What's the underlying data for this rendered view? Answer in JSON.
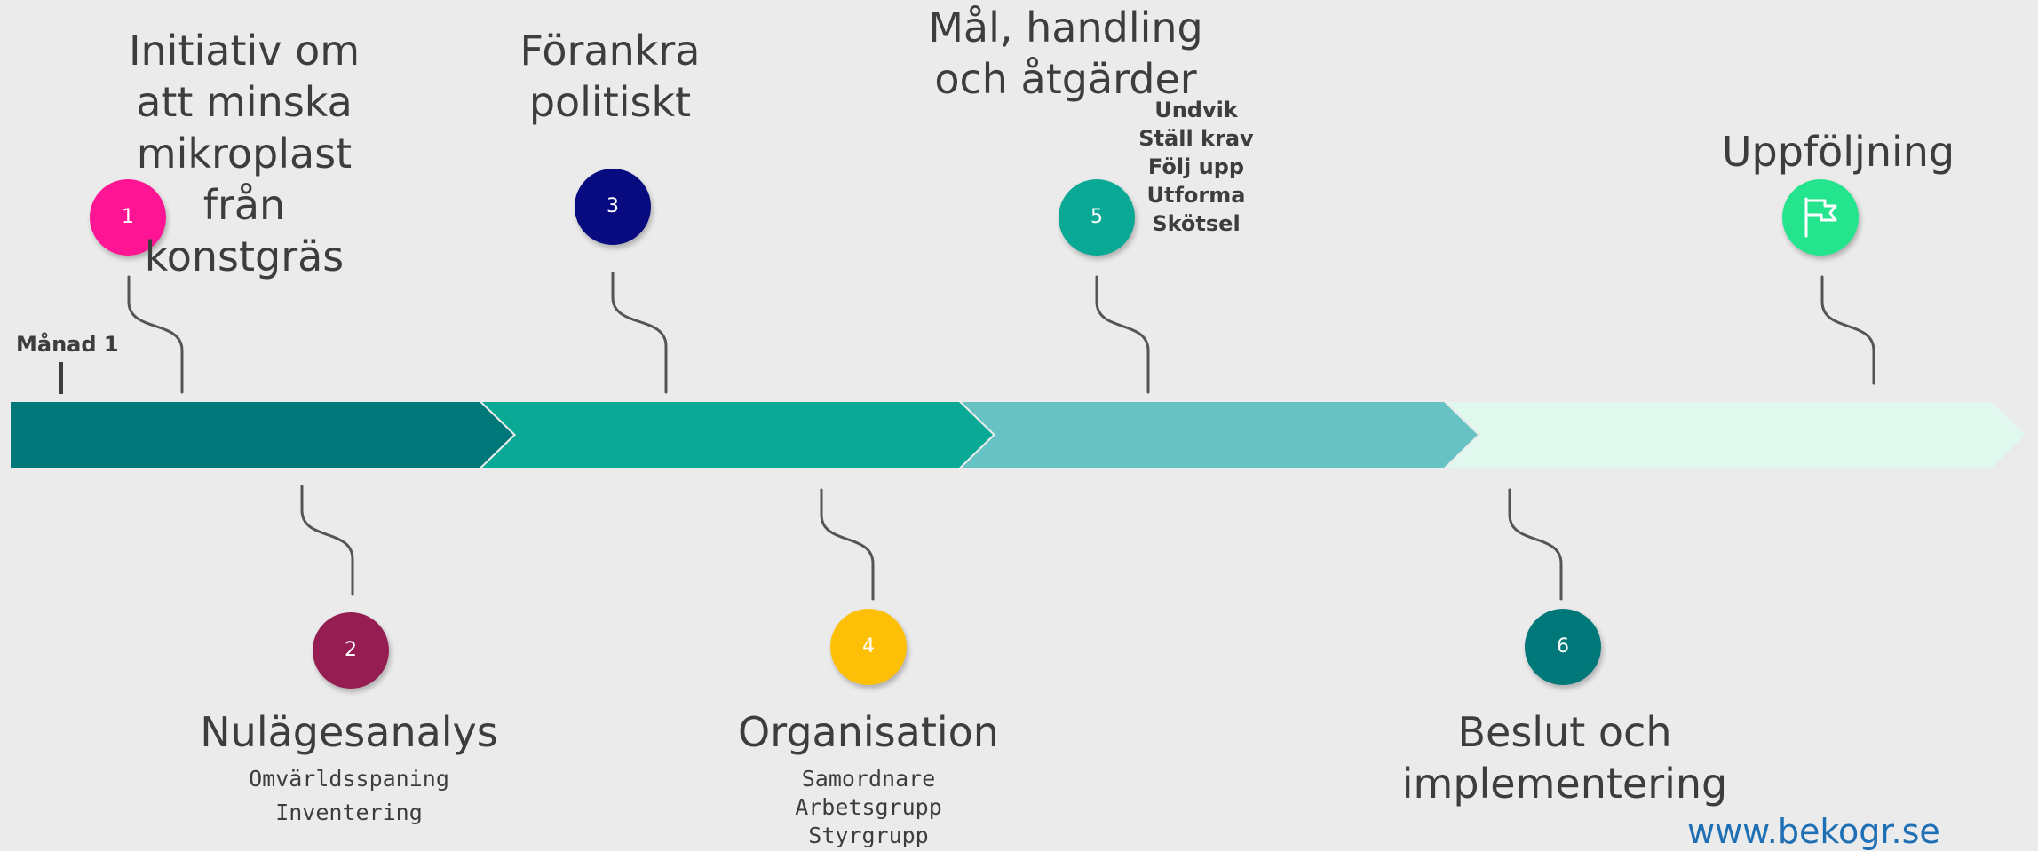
{
  "start_label": "Månad 1",
  "website": "www.bekogr.se",
  "colors": {
    "bg": "#ebebeb",
    "segment1": "#00787a",
    "segment2": "#0aa995",
    "segment3": "#66c2c3",
    "segment4": "#e0f8ee",
    "connector": "#555555"
  },
  "steps": [
    {
      "number": "1",
      "color": "#ff1493",
      "title": "Initiativ om att minska mikroplast från konstgräs",
      "items": []
    },
    {
      "number": "2",
      "color": "#951d52",
      "title": "Nulägesanalys",
      "items": [
        "Omvärldsspaning",
        "Inventering"
      ]
    },
    {
      "number": "3",
      "color": "#080a80",
      "title": "Förankra politiskt",
      "items": []
    },
    {
      "number": "4",
      "color": "#fec007",
      "title": "Organisation",
      "items": [
        "Samordnare",
        "Arbetsgrupp",
        "Styrgrupp"
      ]
    },
    {
      "number": "5",
      "color": "#0aa995",
      "title": "Mål, handling och åtgärder",
      "items": [
        "Undvik",
        "Ställ krav",
        "Följ upp",
        "Utforma",
        "Skötsel"
      ]
    },
    {
      "number": "6",
      "color": "#00787a",
      "title": "Beslut och implementering",
      "items": []
    },
    {
      "number": "",
      "color": "#24e58e",
      "icon": "flag-icon",
      "title": "Uppföljning",
      "items": []
    }
  ]
}
